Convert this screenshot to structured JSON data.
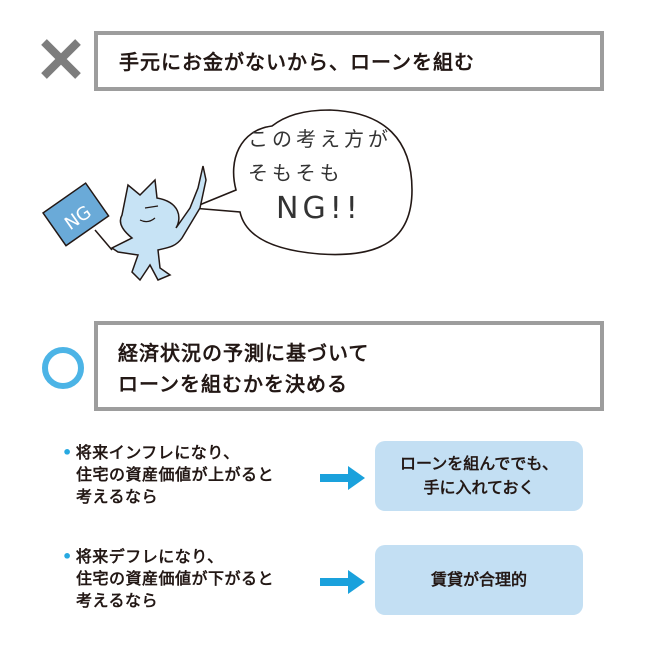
{
  "ng_section": {
    "mark": "✕",
    "mark_icon": "cross-icon",
    "statement": "手元にお金がないから、ローンを組む"
  },
  "illustration": {
    "sign_text": "NG",
    "speech_lines": [
      "この考え方が",
      "そもそも",
      "NG!!"
    ]
  },
  "ok_section": {
    "mark_icon": "circle-icon",
    "statement_lines": [
      "経済状況の予測に基づいて",
      "ローンを組むかを決める"
    ]
  },
  "scenarios": [
    {
      "bullet": "•",
      "condition_lines": [
        "将来インフレになり、",
        "住宅の資産価値が上がると",
        "考えるなら"
      ],
      "result_lines": [
        "ローンを組んででも、",
        "手に入れておく"
      ]
    },
    {
      "bullet": "•",
      "condition_lines": [
        "将来デフレになり、",
        "住宅の資産価値が下がると",
        "考えるなら"
      ],
      "result_lines": [
        "賃貸が合理的"
      ]
    }
  ],
  "colors": {
    "cross": "#7d7d7d",
    "circle": "#4cb4e6",
    "arrow": "#1aa1dc",
    "result_bg": "#c3dff3",
    "box_border": "#9d9d9d"
  }
}
